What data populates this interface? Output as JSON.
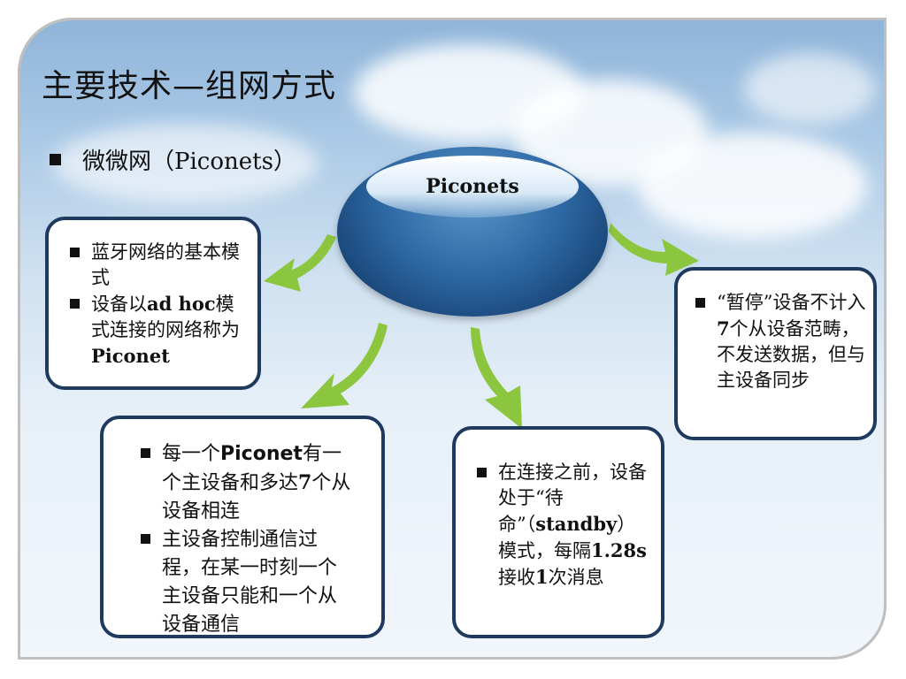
{
  "slide": {
    "title": "主要技术—组网方式",
    "bullet": "微微网（Piconets）"
  },
  "center": {
    "label": "Piconets"
  },
  "box_left": {
    "items": [
      {
        "text": "蓝牙网络的基本模式"
      },
      {
        "pre": "设备以",
        "bold": "ad hoc",
        "post": "模式连接的网络称为",
        "bold2": "Piconet"
      }
    ]
  },
  "box_bottom_left": {
    "items": [
      {
        "pre": "每一个",
        "bold": "Piconet",
        "post": "有一个主设备和多达",
        "bold2": "7",
        "post2": "个从设备相连"
      },
      {
        "text": "主设备控制通信过程，在某一时刻一个主设备只能和一个从设备通信"
      }
    ]
  },
  "box_bottom_right": {
    "items": [
      {
        "pre": "在连接之前，设备处于“待命”（",
        "bold": "standby",
        "post": "）模式，每隔",
        "bold2": "1.28s",
        "post2": "接收",
        "bold3": "1",
        "post3": "次消息"
      }
    ]
  },
  "box_right": {
    "items": [
      {
        "pre": "“暂停”设备不计入",
        "bold": "7",
        "post": "个从设备范畴，不发送数据，但与主设备同步"
      }
    ]
  },
  "colors": {
    "box_border": "#1f3a5f",
    "arrow": "#8cc63f",
    "ellipse": "#2f6aa6"
  },
  "icons": [
    "bullet-square-icon",
    "curved-arrow-icon"
  ]
}
